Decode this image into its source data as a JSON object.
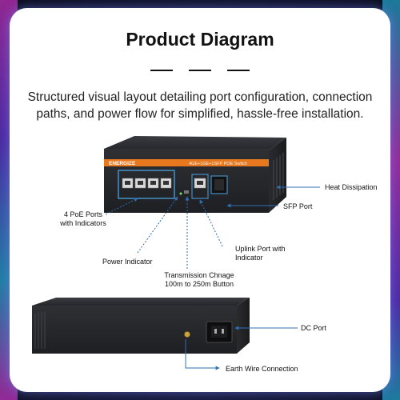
{
  "title": "Product Diagram",
  "subtitle": "Structured visual layout detailing port configuration, connection paths, and power flow for simplified, hassle-free installation.",
  "device": {
    "brand": "ENERGIZE",
    "model_band": "4GE+1GE+1SFP POE Switch"
  },
  "labels": {
    "heat_dissipation": "Heat Dissipation",
    "sfp_port": "SFP Port",
    "poe_ports_line1": "4 PoE Ports",
    "poe_ports_line2": "with Indicators",
    "uplink_line1": "Uplink Port with",
    "uplink_line2": "Indicator",
    "power_indicator": "Power Indicator",
    "transmission_line1": "Transmission Chnage",
    "transmission_line2": "100m to 250m Button",
    "dc_port": "DC Port",
    "earth_wire": "Earth Wire Connection"
  },
  "colors": {
    "accent_orange": "#e8781e",
    "device_dark": "#2a2b2f",
    "annotation_blue": "#2f6fb3",
    "highlight_box": "#4aa3e0"
  }
}
